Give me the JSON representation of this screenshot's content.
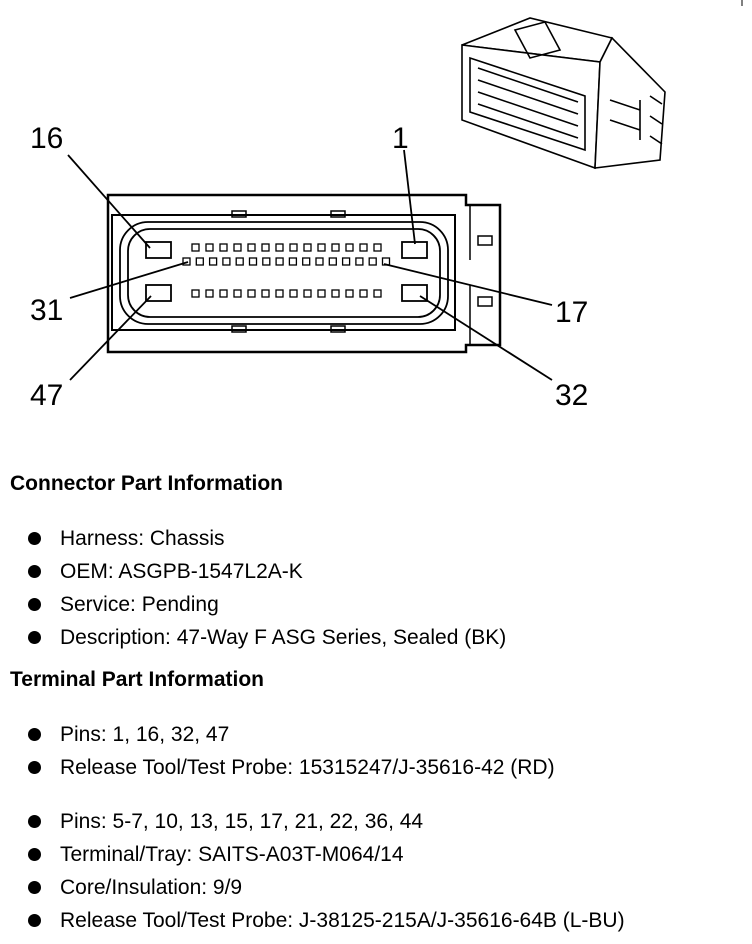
{
  "pin_labels": {
    "p16": "16",
    "p1": "1",
    "p31": "31",
    "p17": "17",
    "p47": "47",
    "p32": "32"
  },
  "connector": {
    "title": "Connector Part Information",
    "items": [
      "Harness: Chassis",
      "OEM: ASGPB-1547L2A-K",
      "Service: Pending",
      "Description: 47-Way F ASG Series, Sealed (BK)"
    ]
  },
  "terminal": {
    "title": "Terminal Part Information",
    "group1": [
      "Pins: 1, 16, 32, 47",
      "Release Tool/Test Probe: 15315247/J-35616-42 (RD)"
    ],
    "group2": [
      "Pins: 5-7, 10, 13, 15, 17, 21, 22, 36, 44",
      "Terminal/Tray: SAITS-A03T-M064/14",
      "Core/Insulation: 9/9",
      "Release Tool/Test Probe: J-38125-215A/J-35616-64B (L-BU)"
    ]
  }
}
